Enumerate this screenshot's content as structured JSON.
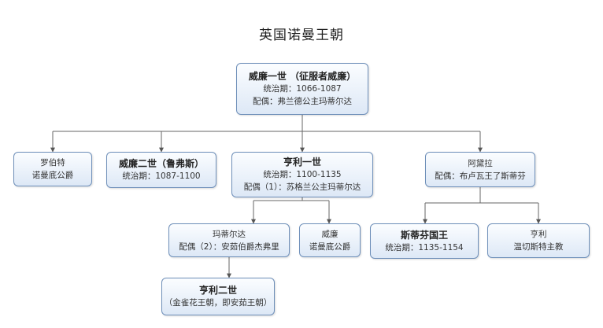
{
  "title": "英国诺曼王朝",
  "nodes": {
    "william1": {
      "name": "威廉一世 （征服者威廉）",
      "l1": "统治期：1066-1087",
      "l2": "配偶：弗兰德公主玛蒂尔达"
    },
    "robert": {
      "l1": "罗伯特",
      "l2": "诺曼底公爵"
    },
    "william2": {
      "name": "威廉二世（鲁弗斯）",
      "l1": "统治期：1087-1100"
    },
    "henry1": {
      "name": "亨利一世",
      "l1": "统治期：1100-1135",
      "l2": "配偶（1）：苏格兰公主玛蒂尔达"
    },
    "adela": {
      "l1": "阿黛拉",
      "l2": "配偶：布卢瓦王了斯蒂芬"
    },
    "matilda": {
      "l1": "玛蒂尔达",
      "l2": "配偶（2）：安茹伯爵杰弗里"
    },
    "william_n": {
      "l1": "威廉",
      "l2": "诺曼底公爵"
    },
    "stephen": {
      "name": "斯蒂芬国王",
      "l1": "统治期：1135-1154"
    },
    "henry_w": {
      "l1": "亨利",
      "l2": "温切斯特主教"
    },
    "henry2": {
      "name": "亨利二世",
      "l1": "（金雀花王朝，即安茹王朝）"
    }
  }
}
